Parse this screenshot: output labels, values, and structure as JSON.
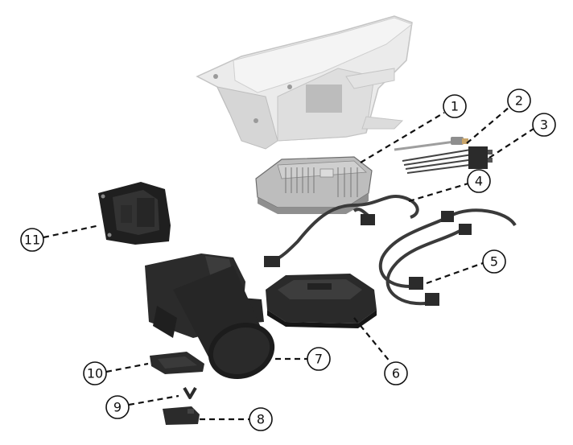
{
  "callouts": [
    {
      "id": "1",
      "label": "1"
    },
    {
      "id": "2",
      "label": "2"
    },
    {
      "id": "3",
      "label": "3"
    },
    {
      "id": "4",
      "label": "4"
    },
    {
      "id": "5",
      "label": "5"
    },
    {
      "id": "6",
      "label": "6"
    },
    {
      "id": "7",
      "label": "7"
    },
    {
      "id": "8",
      "label": "8"
    },
    {
      "id": "9",
      "label": "9"
    },
    {
      "id": "10",
      "label": "10"
    },
    {
      "id": "11",
      "label": "11"
    }
  ],
  "colors": {
    "housing_light": "#e9e9e9",
    "housing_shade": "#c9c9c9",
    "dark_part": "#2b2b2b",
    "darker_part": "#1a1a1a",
    "board": "#b9b9b9",
    "cable": "#3a3a3a"
  }
}
